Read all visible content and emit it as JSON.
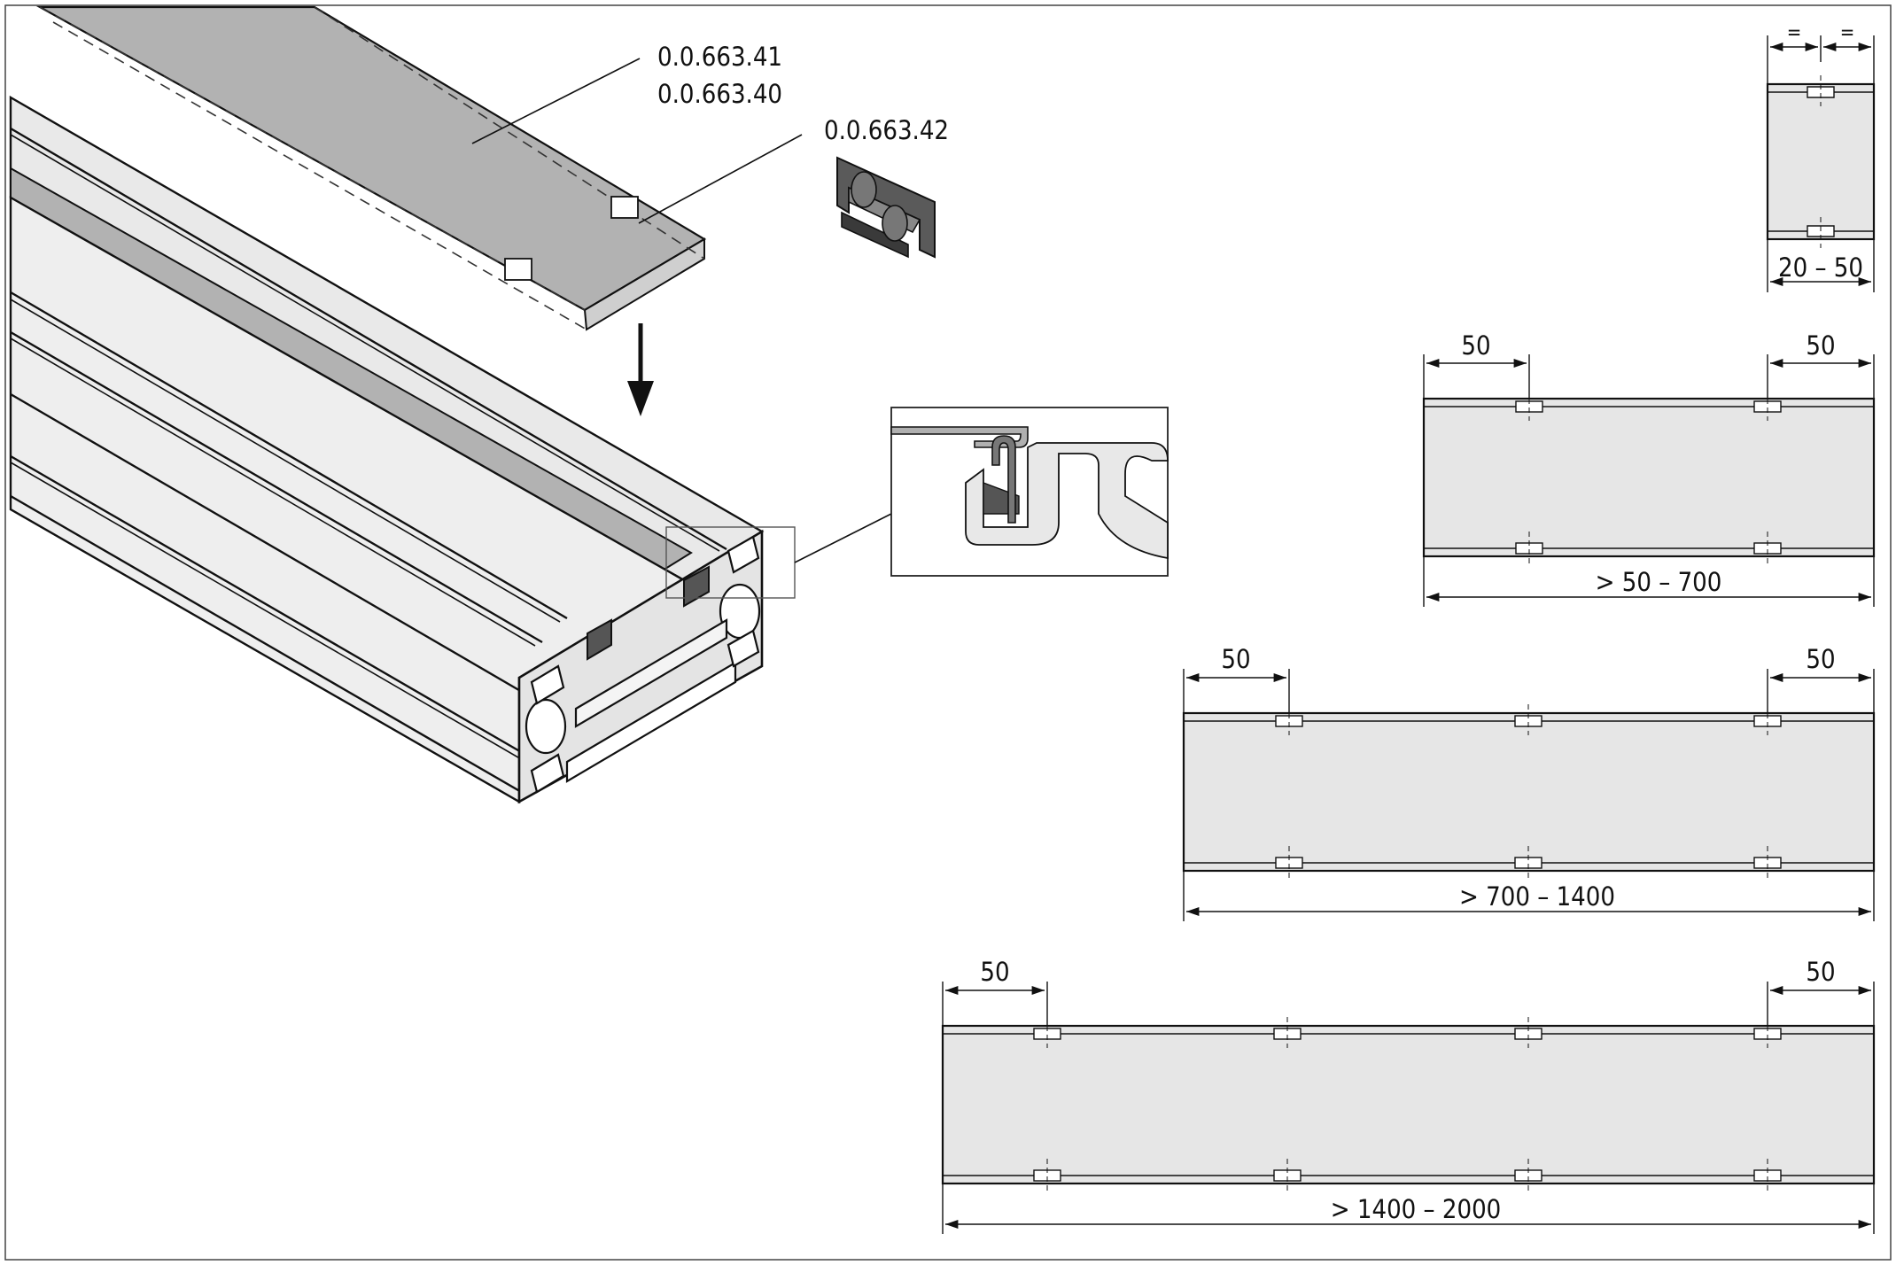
{
  "part_labels": {
    "cover_a": "0.0.663.41",
    "cover_b": "0.0.663.40",
    "clip": "0.0.663.42"
  },
  "layouts": {
    "small": {
      "width_label": "20 – 50",
      "half_marks": [
        "=",
        "="
      ]
    },
    "short": {
      "edge_left": "50",
      "edge_right": "50",
      "length_label": "> 50 – 700",
      "clip_columns": 2
    },
    "medium": {
      "edge_left": "50",
      "edge_right": "50",
      "length_label": "> 700 – 1400",
      "clip_columns": 3
    },
    "long": {
      "edge_left": "50",
      "edge_right": "50",
      "length_label": "> 1400 – 2000",
      "clip_columns": 4
    }
  },
  "colors": {
    "line": "#111111",
    "cover_fill": "#b2b2b2",
    "profile_fill": "#e9e9e9",
    "panel_fill": "#e6e6e6"
  }
}
